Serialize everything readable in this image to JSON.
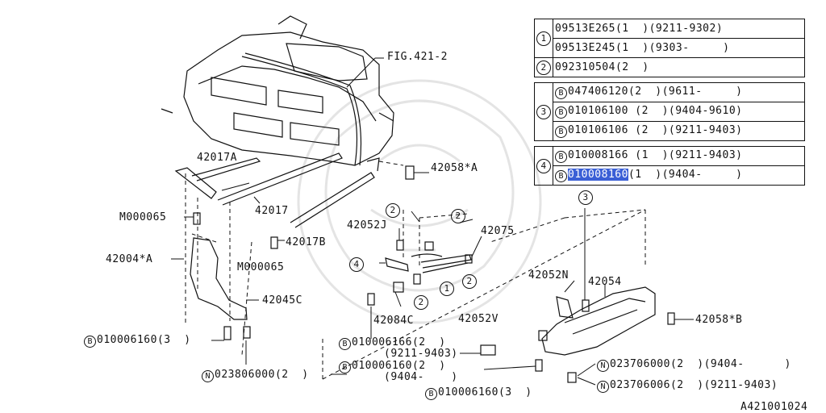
{
  "figure_ref": "FIG.421-2",
  "image_code": "A421001024",
  "callouts": {
    "p42017A": "42017A",
    "p42058A": "42058*A",
    "pM000065a": "M000065",
    "p42017": "42017",
    "p42017B": "42017B",
    "pM000065b": "M000065",
    "p42004A": "42004*A",
    "p42045C": "42045C",
    "p42052J": "42052J",
    "p42075": "42075",
    "p42084C": "42084C",
    "p42052N": "42052N",
    "p42054": "42054",
    "p42058B": "42058*B",
    "p42052V": "42052V",
    "b_left_bolt": "010006160(3  )",
    "n_left_nut": "023806000(2  )",
    "b_mid_bolt1": "010006166(2  )",
    "b_mid_bolt1_date": "(9211-9403)",
    "b_mid_bolt2": "010006160(2  )",
    "b_mid_bolt2_date": "(9404-    )",
    "b_bottom_bolt": "010006160(3  )",
    "n_right_nut1": "023706000(2  )(9404-      )",
    "n_right_nut2": "023706006(2  )(9211-9403)"
  },
  "circled_refs": {
    "ref2_top": "2",
    "ref2_right": "2",
    "ref4": "4",
    "ref1": "1",
    "ref2_low1": "2",
    "ref2_low2": "2",
    "ref3": "3"
  },
  "prefixes": {
    "B": "B",
    "N": "N"
  },
  "table": {
    "groups": [
      {
        "num": "1",
        "rows": [
          {
            "prefix": "",
            "part": "09513E265(1  )(9211-9302)"
          },
          {
            "prefix": "",
            "part": "09513E245(1  )(9303-     )"
          }
        ]
      },
      {
        "num": "2",
        "rows": [
          {
            "prefix": "",
            "part": "092310504(2  )"
          }
        ]
      },
      {
        "num": "3",
        "rows": [
          {
            "prefix": "B",
            "part": "047406120(2  )(9611-     )"
          },
          {
            "prefix": "B",
            "part": "010106100 (2  )(9404-9610)"
          },
          {
            "prefix": "B",
            "part": "010106106 (2  )(9211-9403)"
          }
        ]
      },
      {
        "num": "4",
        "rows": [
          {
            "prefix": "B",
            "part": "010008166 (1  )(9211-9403)"
          },
          {
            "prefix": "B",
            "part": "010008160",
            "selected": true,
            "rest": "(1  )(9404-     )"
          }
        ]
      }
    ]
  },
  "colors": {
    "ink": "#111111",
    "selection": "#3a5fd6",
    "watermark": "#e6e6e6"
  }
}
